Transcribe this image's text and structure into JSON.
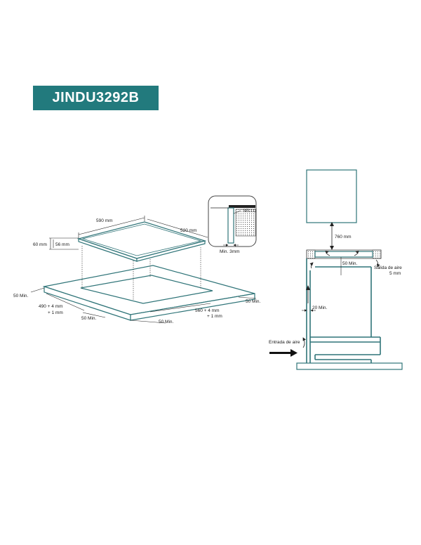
{
  "title": "JINDU3292B",
  "labels": {
    "w590": "590 mm",
    "d520": "520 mm",
    "h60": "60 mm",
    "h56": "56 mm",
    "sello": "SELLO",
    "min3": "Min. 3mm",
    "min50_left": "50 Min.",
    "min50_right": "50 Min.",
    "min50_bottom_a": "50 Min.",
    "min50_bottom_b": "50 Min.",
    "cut490_a": "490  + 4 mm",
    "cut490_b": "+ 1 mm",
    "cut560_a": "560  + 4 mm",
    "cut560_b": "+ 1 mm",
    "h760": "760 mm",
    "min50_gap": "50 Min.",
    "salida_a": "Salida de aire",
    "salida_b": "5 mm",
    "min20": "20 Min.",
    "entrada": "Entrada de aire"
  },
  "colors": {
    "banner": "#227A7D",
    "line": "#2f7478"
  }
}
